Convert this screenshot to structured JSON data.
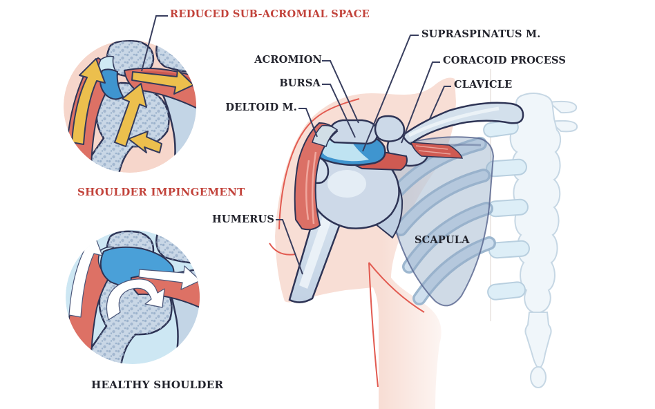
{
  "figure": {
    "annotation_reduced_space": "REDUCED SUB-ACROMIAL SPACE",
    "caption_impingement": "SHOULDER IMPINGEMENT",
    "caption_healthy": "HEALTHY SHOULDER"
  },
  "labels": {
    "supraspinatus": "SUPRASPINATUS M.",
    "acromion": "ACROMION",
    "coracoid": "CORACOID PROCESS",
    "bursa": "BURSA",
    "clavicle": "CLAVICLE",
    "deltoid": "DELTOID M.",
    "humerus": "HUMERUS",
    "scapula": "SCAPULA"
  },
  "colors": {
    "label_red": "#c2433b",
    "label_dark": "#21222b",
    "leader_line": "#383e5e",
    "bone_fill": "#ccd9e8",
    "bone_outline": "#2e3455",
    "bone_stipple": "#93abc7",
    "bursa_blue": "#3f95cf",
    "bursa_pale": "#bfe3f2",
    "muscle_red": "#dd7165",
    "muscle_red_dark": "#c8554d",
    "arrow_yellow": "#ecbf4d",
    "arrow_white": "#ffffff",
    "skin": "#f8ded5",
    "skin_contour_red": "#e25a50",
    "inset_impingement_bg": "#f6d6cb",
    "inset_healthy_bg": "#cde7f3",
    "rib_fill": "#cfdfee",
    "spine_fill": "#f0f6fa"
  }
}
